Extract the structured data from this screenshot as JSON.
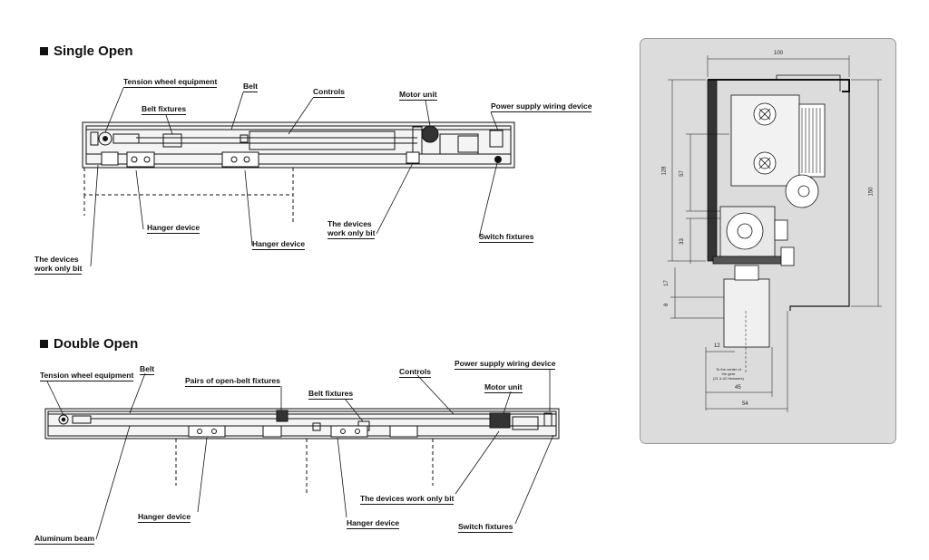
{
  "single_open": {
    "heading": "Single Open",
    "labels": {
      "tension_wheel": "Tension wheel equipment",
      "belt": "Belt",
      "controls": "Controls",
      "motor_unit": "Motor unit",
      "power_supply": "Power supply wiring device",
      "belt_fixtures": "Belt fixtures",
      "hanger_device_1": "Hanger device",
      "hanger_device_2": "Hanger device",
      "devices_work_only_bit_1a": "The devices",
      "devices_work_only_bit_1b": "work only bit",
      "devices_work_only_bit_2a": "The devices",
      "devices_work_only_bit_2b": "work only bit",
      "switch_fixtures": "Switch fixtures"
    }
  },
  "double_open": {
    "heading": "Double Open",
    "labels": {
      "tension_wheel": "Tension wheel equipment",
      "belt": "Belt",
      "pairs_fixtures": "Pairs of open-belt fixtures",
      "belt_fixtures": "Belt fixtures",
      "controls": "Controls",
      "power_supply": "Power supply wiring device",
      "motor_unit": "Motor unit",
      "devices_work_only_bit": "The devices work only bit",
      "hanger_device_1": "Hanger device",
      "hanger_device_2": "Hanger device",
      "aluminum_beam": "Aluminum beam",
      "switch_fixtures": "Switch fixtures"
    }
  },
  "cross_section": {
    "dims": {
      "width_100": "100",
      "height_128": "128",
      "height_57": "57",
      "height_33": "33",
      "height_17": "17",
      "height_8": "8",
      "height_150": "150",
      "width_12": "12",
      "width_45": "45",
      "width_54": "54"
    },
    "note_line1": "To the center of",
    "note_line2": "the gear",
    "note_line3": "(21.3-42 Hewwers)"
  }
}
